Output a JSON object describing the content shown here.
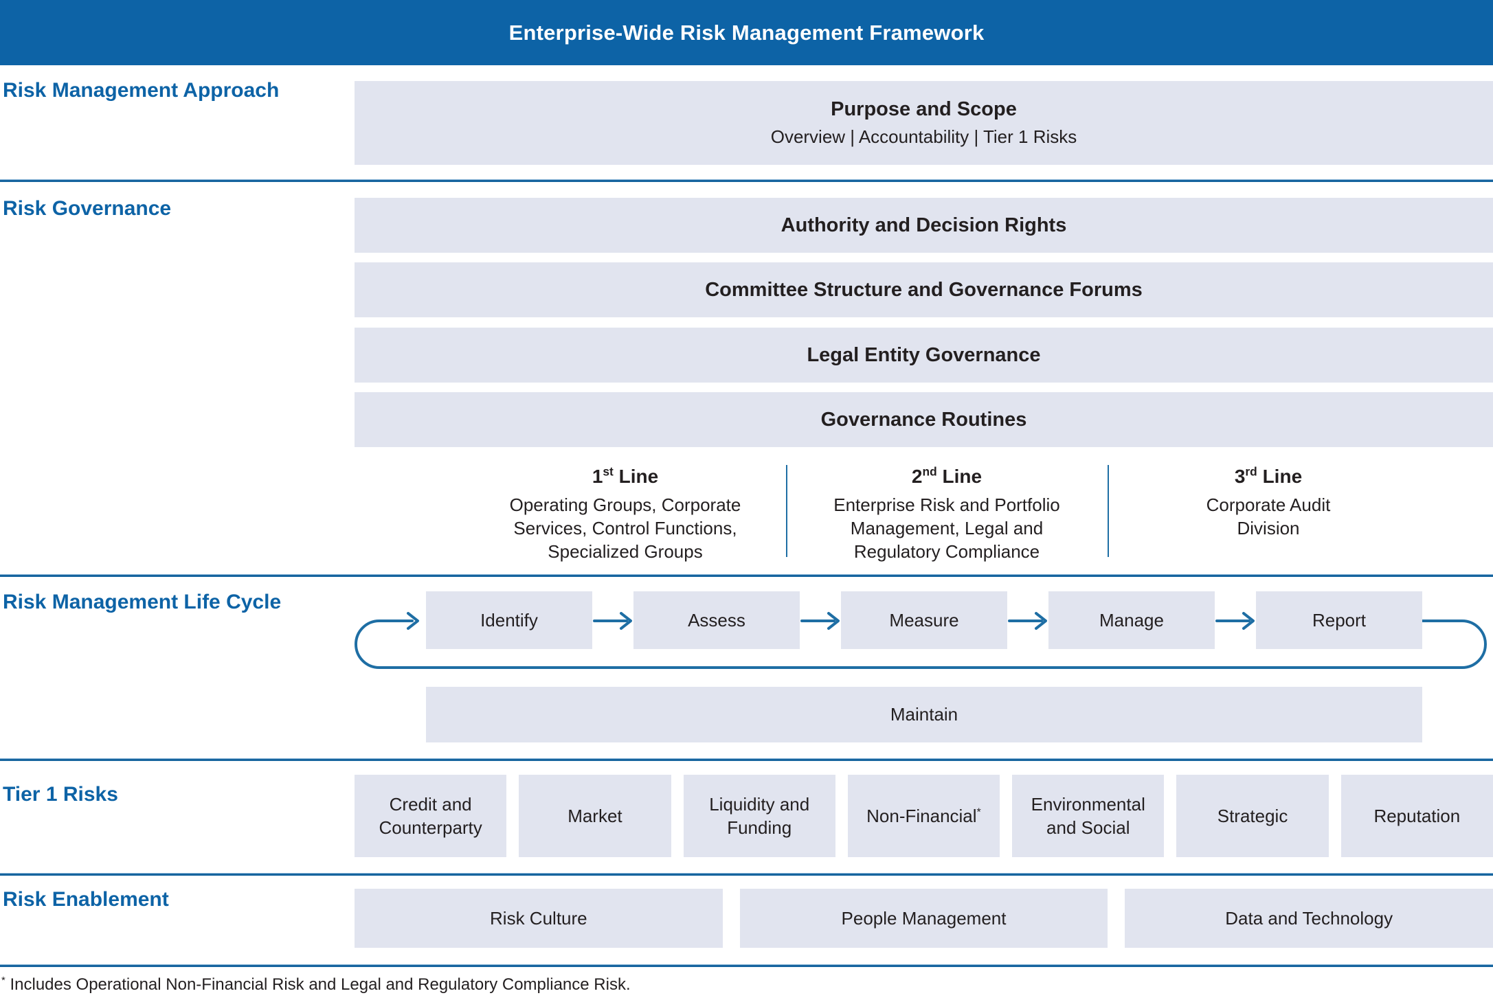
{
  "theme": {
    "colors": {
      "brand_blue": "#0d63a6",
      "box_fill": "#e1e4ef",
      "line_blue": "#1e6ea4",
      "divider_blue": "#16649e",
      "ink": "#231f20",
      "header_text": "#ffffff"
    }
  },
  "header": {
    "title": "Enterprise-Wide Risk Management Framework"
  },
  "approach": {
    "label": "Risk Management Approach",
    "purpose": {
      "title": "Purpose and Scope",
      "subtitle": "Overview | Accountability | Tier 1 Risks"
    }
  },
  "governance": {
    "label": "Risk Governance",
    "boxes": [
      "Authority and Decision Rights",
      "Committee Structure and Governance Forums",
      "Legal Entity Governance",
      "Governance Routines"
    ],
    "lines_of_defense": [
      {
        "num": "1",
        "sup": "st",
        "word": " Line",
        "body": "Operating Groups, Corporate\nServices, Control Functions,\nSpecialized Groups"
      },
      {
        "num": "2",
        "sup": "nd",
        "word": " Line",
        "body": "Enterprise Risk and Portfolio\nManagement, Legal and\nRegulatory Compliance"
      },
      {
        "num": "3",
        "sup": "rd",
        "word": " Line",
        "body": "Corporate Audit\nDivision"
      }
    ]
  },
  "lifecycle": {
    "label": "Risk Management Life Cycle",
    "steps": [
      "Identify",
      "Assess",
      "Measure",
      "Manage",
      "Report"
    ],
    "maintain": "Maintain"
  },
  "tier1": {
    "label": "Tier 1 Risks",
    "risks": [
      {
        "label": "Credit and Counterparty"
      },
      {
        "label": "Market"
      },
      {
        "label": "Liquidity and Funding"
      },
      {
        "label": "Non-Financial",
        "sup": "*"
      },
      {
        "label": "Environmental and Social"
      },
      {
        "label": "Strategic"
      },
      {
        "label": "Reputation"
      }
    ]
  },
  "enablement": {
    "label": "Risk Enablement",
    "boxes": [
      "Risk Culture",
      "People Management",
      "Data and Technology"
    ]
  },
  "footnote": {
    "sup": "*",
    "text": " Includes Operational Non-Financial Risk and Legal and Regulatory Compliance Risk."
  }
}
